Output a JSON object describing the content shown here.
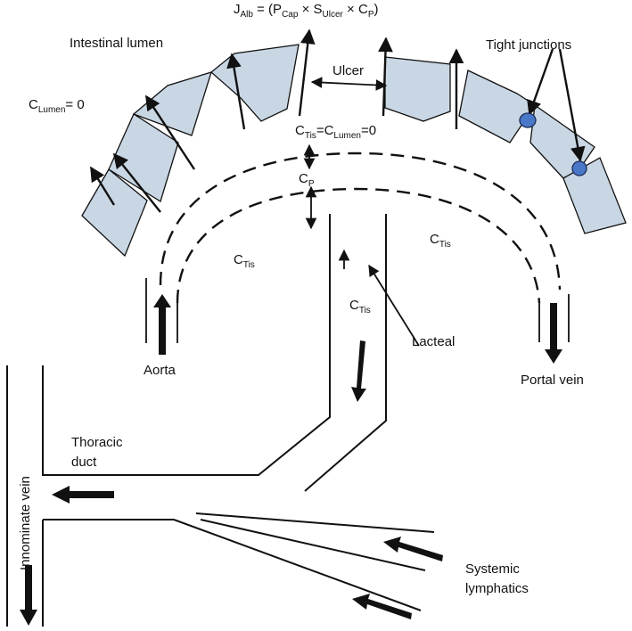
{
  "equation": {
    "j": "J",
    "j_sub": "Alb",
    "eq": " = (P",
    "p_sub": "Cap",
    "times1": " × S",
    "s_sub": "Ulcer",
    "times2": " × C",
    "c_sub": "P",
    "close": ")"
  },
  "labels": {
    "intestinal_lumen": "Intestinal lumen",
    "tight_junctions": "Tight junctions",
    "ulcer": "Ulcer",
    "c_lumen_main": "C",
    "c_lumen_sub": "Lumen",
    "c_lumen_val": "= 0",
    "ctis_eq_c1": "C",
    "ctis_eq_sub1": "Tis",
    "ctis_eq_mid": "=C",
    "ctis_eq_sub2": "Lumen",
    "ctis_eq_val": "=0",
    "cp_main": "C",
    "cp_sub": "P",
    "ctis_main": "C",
    "ctis_sub": "Tis",
    "aorta": "Aorta",
    "lacteal": "Lacteal",
    "portal_vein": "Portal vein",
    "thoracic_line1": "Thoracic",
    "thoracic_line2": "duct",
    "innominate_vein": "Innominate vein",
    "systemic_line1": "Systemic",
    "systemic_line2": "lymphatics"
  },
  "colors": {
    "cell_fill": "#c9d7e4",
    "tight_junction": "#4a78c8",
    "line": "#111111"
  }
}
